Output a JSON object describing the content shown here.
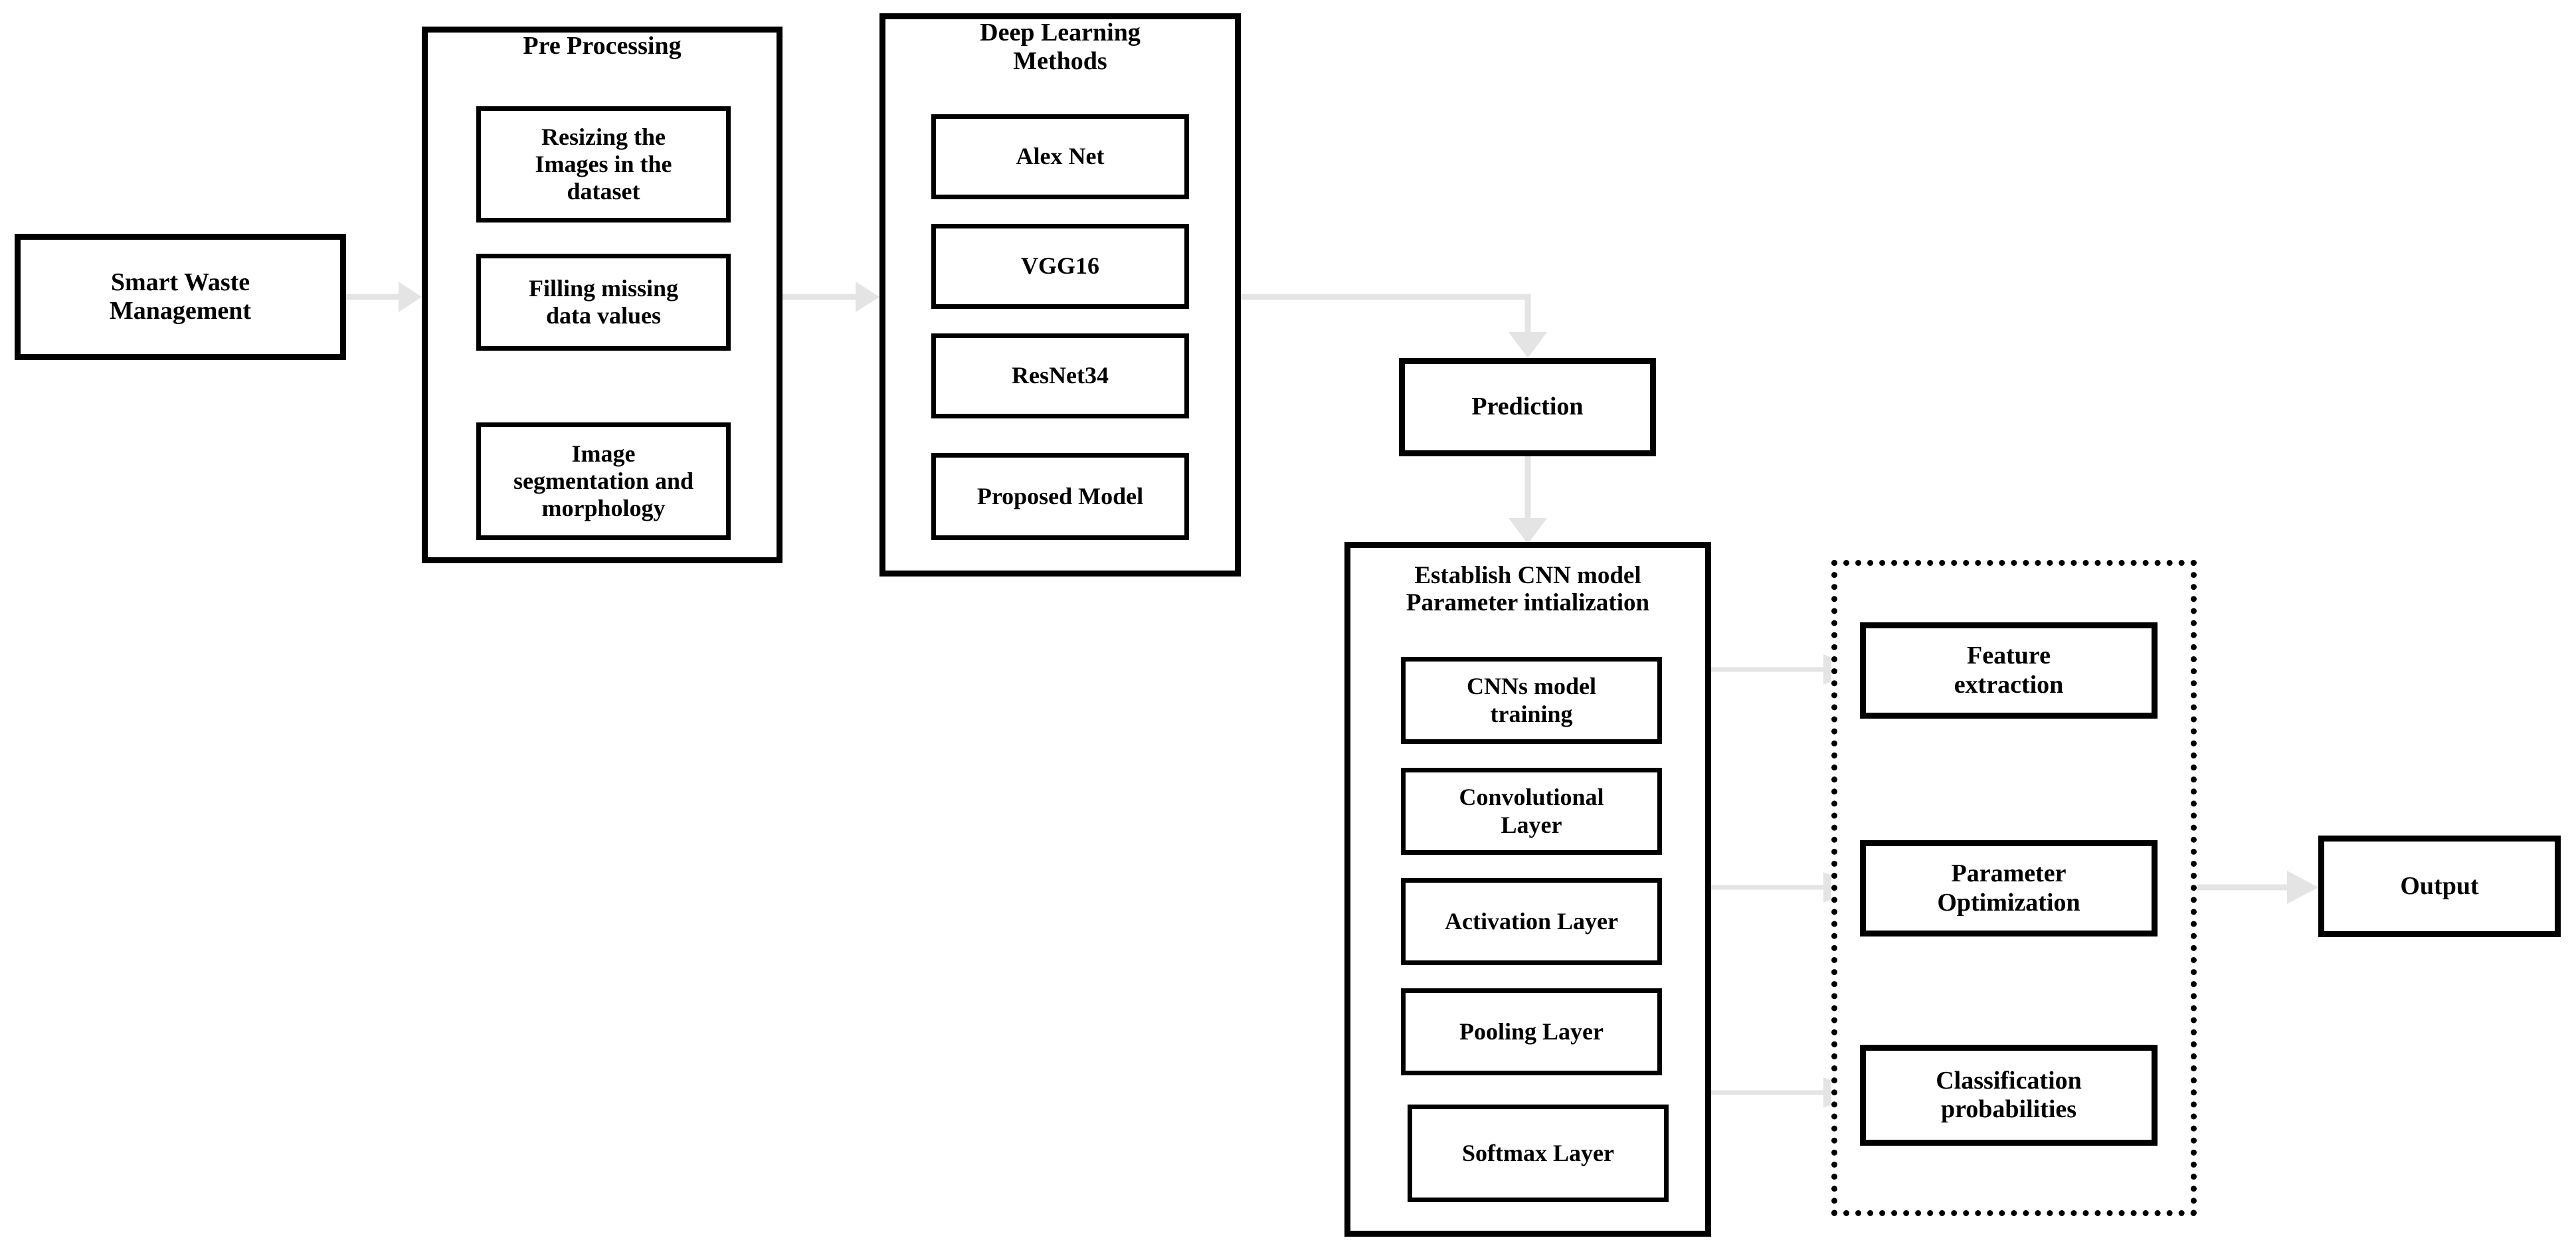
{
  "diagram": {
    "title_font_color": "#000000",
    "line_color": "#e2e2e2",
    "box_border_color": "#000000",
    "background": "#ffffff"
  },
  "nodes": {
    "smart_waste": {
      "label": "Smart Waste\nManagement"
    },
    "prediction": {
      "label": "Prediction"
    },
    "output": {
      "label": "Output"
    }
  },
  "groups": {
    "pre_processing": {
      "title": "Pre Processing",
      "items": [
        {
          "label": "Resizing the\nImages in the\ndataset"
        },
        {
          "label": "Filling missing\ndata values"
        },
        {
          "label": "Image\nsegmentation and\nmorphology"
        }
      ]
    },
    "deep_learning": {
      "title": "Deep Learning\nMethods",
      "items": [
        {
          "label": "Alex Net"
        },
        {
          "label": "VGG16"
        },
        {
          "label": "ResNet34"
        },
        {
          "label": "Proposed Model"
        }
      ]
    },
    "cnn_model": {
      "title": "Establish CNN model\nParameter intialization",
      "items": [
        {
          "label": "CNNs model\ntraining"
        },
        {
          "label": "Convolutional\nLayer"
        },
        {
          "label": "Activation Layer"
        },
        {
          "label": "Pooling Layer"
        },
        {
          "label": "Softmax Layer"
        }
      ]
    },
    "results_group": {
      "title": "",
      "items": [
        {
          "label": "Feature\nextraction"
        },
        {
          "label": "Parameter\nOptimization"
        },
        {
          "label": "Classification\nprobabilities"
        }
      ]
    }
  }
}
